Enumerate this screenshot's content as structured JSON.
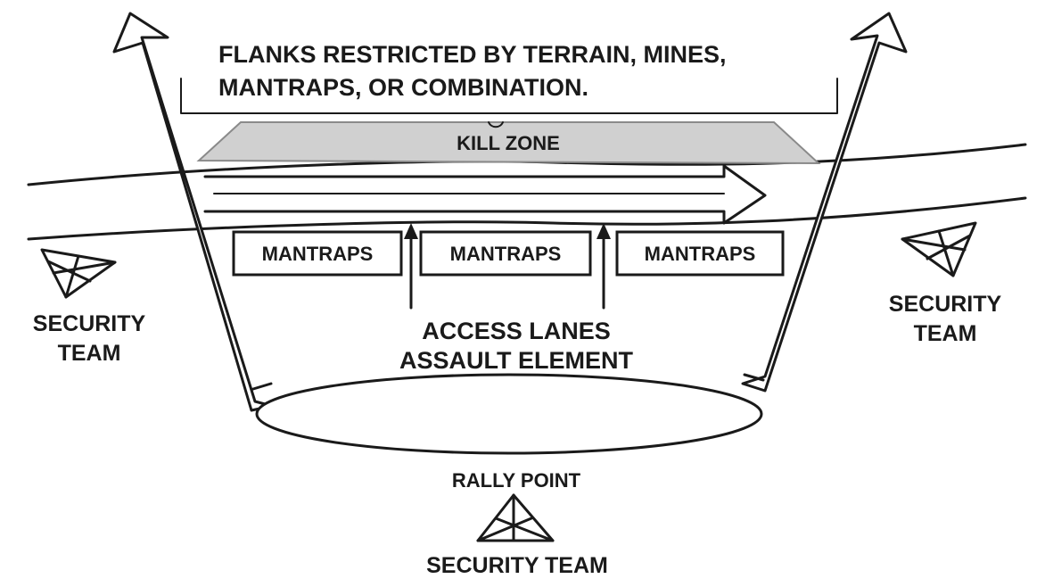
{
  "diagram": {
    "flanks_note": {
      "line1": "FLANKS RESTRICTED BY TERRAIN, MINES,",
      "line2": "MANTRAPS, OR COMBINATION."
    },
    "kill_zone_label": "KILL ZONE",
    "mantraps": [
      "MANTRAPS",
      "MANTRAPS",
      "MANTRAPS"
    ],
    "access_lanes": {
      "line1": "ACCESS LANES",
      "line2": "ASSAULT ELEMENT"
    },
    "rally_point_label": "RALLY POINT",
    "security_team_left": {
      "line1": "SECURITY",
      "line2": "TEAM"
    },
    "security_team_right": {
      "line1": "SECURITY",
      "line2": "TEAM"
    },
    "security_team_bottom": "SECURITY TEAM",
    "colors": {
      "ink": "#1a1a1a",
      "kill_zone_fill": "#d0d0d0",
      "background": "#ffffff"
    },
    "icons": {
      "security_team": "triangle-security-team-symbol"
    }
  }
}
